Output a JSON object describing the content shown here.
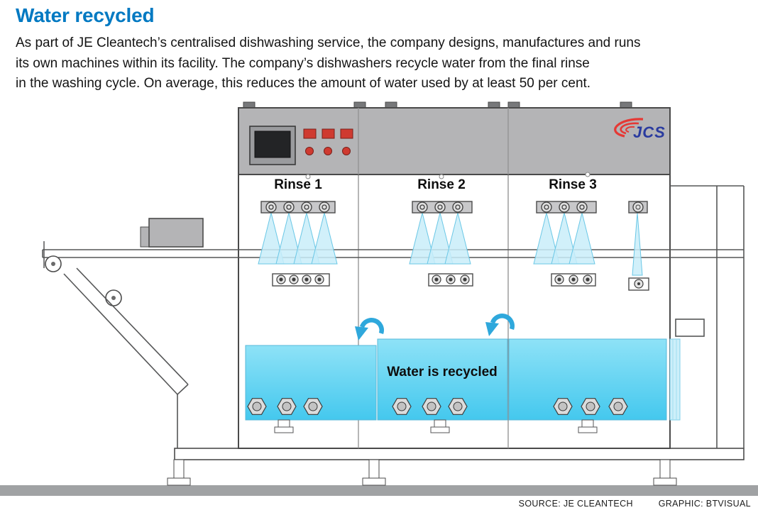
{
  "header": {
    "title": "Water recycled",
    "description_lines": [
      "As part of JE Cleantech’s centralised dishwashing service, the company designs, manufactures and runs",
      "its own machines within its facility. The company’s dishwashers recycle water from the final rinse",
      "in the washing cycle. On average, this reduces the amount of water used by at least 50 per cent."
    ]
  },
  "diagram": {
    "machine_logo": "JCS",
    "stations": [
      {
        "label": "Rinse 1"
      },
      {
        "label": "Rinse 2"
      },
      {
        "label": "Rinse 3"
      }
    ],
    "water_label": "Water is recycled",
    "colors": {
      "title_blue": "#0079c2",
      "machine_gray": "#b4b4b6",
      "water_top": "#8ee2f7",
      "water_bottom": "#44c8ee",
      "spray_fill": "#c9edf9",
      "spray_edge": "#6ac7e6",
      "arrow_blue": "#2fa8dc",
      "logo_blue": "#2a3b9f",
      "logo_red": "#e53935",
      "floor_gray": "#a0a2a4"
    }
  },
  "footer": {
    "source": "SOURCE: JE CLEANTECH",
    "graphic": "GRAPHIC: BTVISUAL"
  }
}
